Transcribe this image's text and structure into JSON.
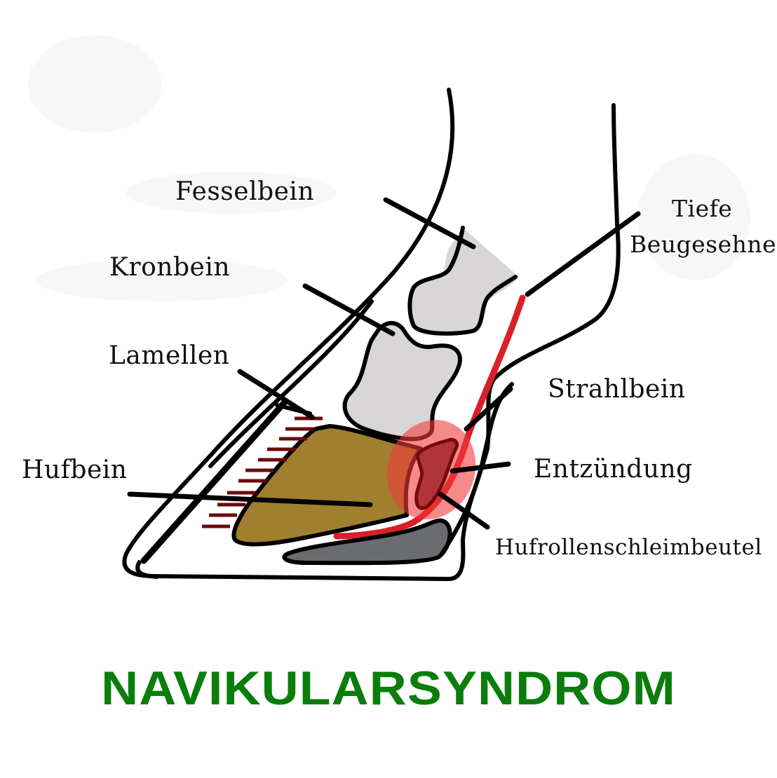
{
  "title": "NAVIKULARSYNDROM",
  "colors": {
    "title": "#0a7d0a",
    "outline": "#000000",
    "bone": "#d9d6d8",
    "coffin_bone": "#a07f2f",
    "lamellae": "#6b0a0a",
    "tendon": "#d9202a",
    "inflammation": "#f06060",
    "navicular": "#b0353a",
    "bursa": "#6b6c70"
  },
  "labels": {
    "fesselbein": "Fesselbein",
    "kronbein": "Kronbein",
    "lamellen": "Lamellen",
    "hufbein": "Hufbein",
    "tiefe_beugesehne_line1": "Tiefe",
    "tiefe_beugesehne_line2": "Beugesehne",
    "strahlbein": "Strahlbein",
    "entzuendung": "Entzündung",
    "hufrollenschleimbeutel": "Hufrollenschleimbeutel"
  }
}
